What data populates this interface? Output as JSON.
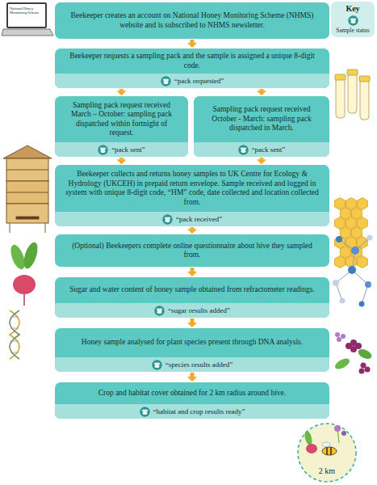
{
  "diagram": {
    "nodes": [
      {
        "text": [
          "Key",
          "Sample status"
        ]
      },
      {
        "text": [
          "Beekeeper creates an account on National Honey Monitoring Scheme (NHMS) website and is subscribed to NHMS newsletter."
        ]
      },
      {
        "text": [
          "Beekeeper requests a sampling pack and the sample is assigned a unique 8-digit code."
        ]
      },
      {
        "text": [
          "“pack requested”"
        ],
        "in": 2
      },
      {
        "text": [
          "Sampling pack request received March – October: sampling pack dispatched within fortnight of request."
        ]
      },
      {
        "text": [
          "“pack sent”"
        ],
        "in": 4
      },
      {
        "text": [
          "Sampling pack request received October - March: sampling pack dispatched in March."
        ]
      },
      {
        "text": [
          "“pack sent”"
        ],
        "in": 6
      },
      {
        "text": [
          "Beekeeper collects and returns honey samples to UK Centre for Ecology & Hydrology (UKCEH) in prepaid return envelope. Sample received and logged in system with unique 8-digit code, “HM” code, date collected and location collected from."
        ]
      },
      {
        "text": [
          "“pack received”"
        ],
        "in": 8
      },
      {
        "text": [
          "(Optional) Beekeepers complete online questionnaire about hive they sampled from."
        ]
      },
      {
        "text": [
          "Sugar and water content of honey sample obtained from refractometer readings."
        ]
      },
      {
        "text": [
          "“sugar results added”"
        ],
        "in": 11
      },
      {
        "text": [
          "Honey sample analysed for plant species present through DNA analysis."
        ]
      },
      {
        "text": [
          "“species results added”"
        ],
        "in": 13
      },
      {
        "text": [
          "Crop and habitat cover obtained for 2 km radius around hive."
        ]
      },
      {
        "text": [
          "“habitat and crop results ready”"
        ],
        "in": 15
      }
    ],
    "edges": [
      {
        "from": 1,
        "to": 2,
        "arrow": "to"
      },
      {
        "from": 2,
        "to": 4,
        "arrow": "to"
      },
      {
        "from": 2,
        "to": 6,
        "arrow": "to"
      },
      {
        "from": 4,
        "to": 8,
        "arrow": "to"
      },
      {
        "from": 6,
        "to": 8,
        "arrow": "to"
      },
      {
        "from": 8,
        "to": 10,
        "arrow": "to"
      },
      {
        "from": 10,
        "to": 11,
        "arrow": "to"
      },
      {
        "from": 11,
        "to": 13,
        "arrow": "to"
      },
      {
        "from": 13,
        "to": 15,
        "arrow": "to"
      }
    ],
    "labels": [
      "National Honey Monitoring Scheme",
      "2 km"
    ]
  }
}
